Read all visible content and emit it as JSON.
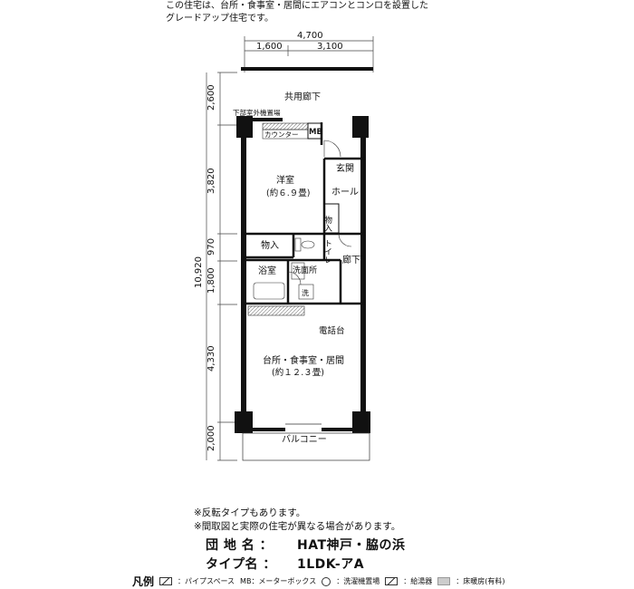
{
  "intro": {
    "line1": "この住宅は、台所・食事室・居間にエアコンとコンロを設置した",
    "line2": "グレードアップ住宅です。"
  },
  "dimensions": {
    "top_total": "4,700",
    "top_left": "1,600",
    "top_right": "3,100",
    "left_total": "10,920",
    "left_1": "2,600",
    "left_2": "3,820",
    "left_3": "970",
    "left_4": "1,800",
    "left_5": "4,330",
    "left_6": "2,000"
  },
  "rooms": {
    "corridor_shared": "共用廊下",
    "outdoor_unit": "下部室外機置場",
    "counter": "カウンター",
    "mb": "MB",
    "entrance": "玄関",
    "hall": "ホール",
    "western_room": "洋室",
    "western_room_size": "(約６.９畳)",
    "storage_small": "物入",
    "storage": "物入",
    "toilet": "トイレ",
    "hallway": "廊下",
    "bathroom": "浴室",
    "washroom": "洗面所",
    "wash_mark": "洗",
    "phone_stand": "電話台",
    "ldk": "台所・食事室・居間",
    "ldk_size": "(約１２.３畳)",
    "balcony": "バルコニー"
  },
  "notes": {
    "note1": "※反転タイプもあります。",
    "note2": "※間取図と実際の住宅が異なる場合があります。"
  },
  "info": {
    "complex_label": "団 地 名 ：",
    "complex_value": "HAT神戸・脇の浜",
    "type_label": "タイプ名 ：",
    "type_value": "1LDK-アA"
  },
  "legend": {
    "title": "凡例",
    "items": [
      {
        "icon": "pipe-space-icon",
        "text": "：パイプスペース"
      },
      {
        "icon": "meter-box-icon",
        "text": "MB：メーターボックス"
      },
      {
        "icon": "washer-icon",
        "text": "：洗濯機置場"
      },
      {
        "icon": "water-heater-icon",
        "text": "：給湯器"
      },
      {
        "icon": "floor-heating-icon",
        "text": "：床暖房(有料)"
      }
    ]
  }
}
